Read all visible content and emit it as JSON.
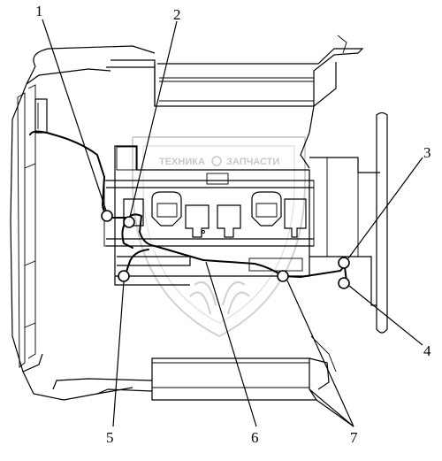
{
  "watermark": {
    "left_word": "ТЕХНИКА",
    "right_word": "ЗАПЧАСТИ",
    "color": "#c8c8c8"
  },
  "callouts": [
    {
      "id": "1",
      "label": "1"
    },
    {
      "id": "2",
      "label": "2"
    },
    {
      "id": "3",
      "label": "3"
    },
    {
      "id": "4",
      "label": "4"
    },
    {
      "id": "5",
      "label": "5"
    },
    {
      "id": "6",
      "label": "6"
    },
    {
      "id": "7",
      "label": "7"
    }
  ]
}
